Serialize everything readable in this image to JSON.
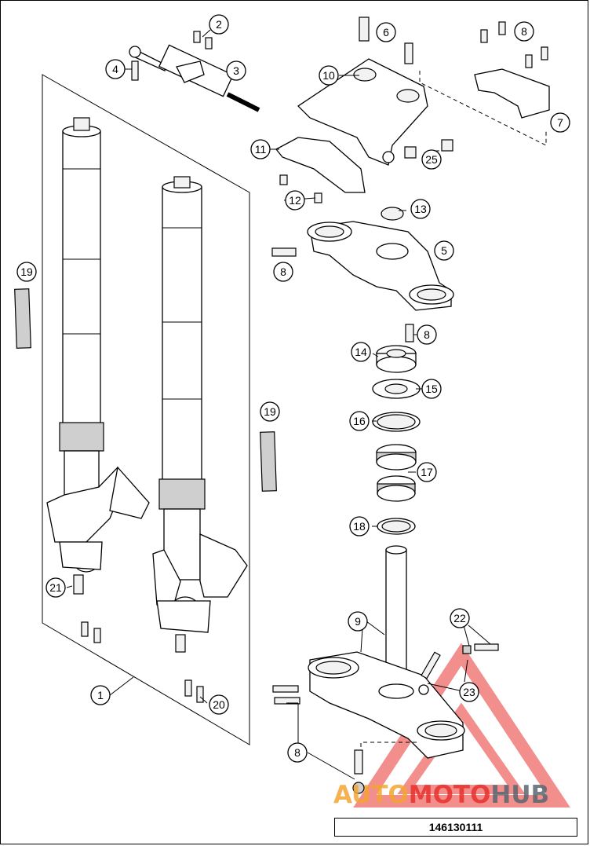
{
  "diagram": {
    "number": "146130111",
    "callouts": [
      "1",
      "2",
      "3",
      "4",
      "5",
      "6",
      "7",
      "8",
      "9",
      "10",
      "11",
      "12",
      "13",
      "14",
      "15",
      "16",
      "17",
      "18",
      "19",
      "20",
      "21",
      "22",
      "23",
      "25"
    ]
  },
  "watermark": {
    "part1": "AUTO",
    "part2": "MOTO",
    "part3": "HUB",
    "color_auto": "#f4a533",
    "color_moto": "#e8322d",
    "color_hub": "#5b6770"
  }
}
